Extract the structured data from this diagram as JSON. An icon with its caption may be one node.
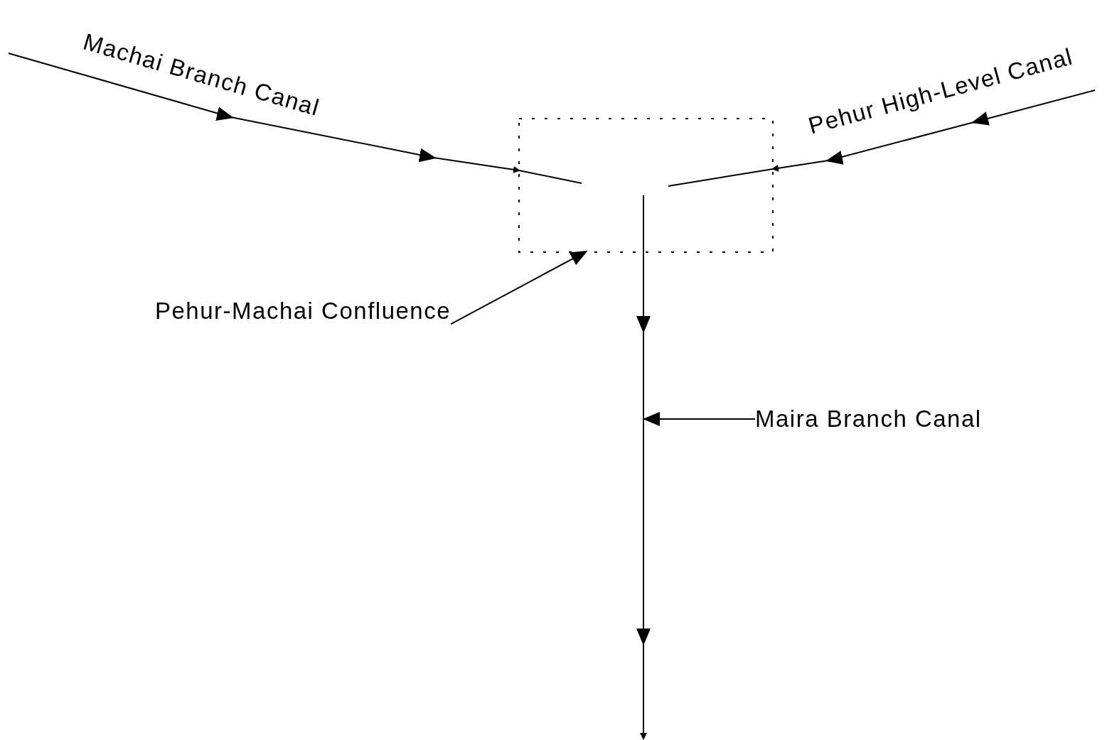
{
  "diagram": {
    "nodes": [
      {
        "text": [],
        "shape": "box"
      },
      {
        "text": [
          "Pehur-Machai Confluence"
        ]
      },
      {
        "text": [
          "Maira Branch Canal"
        ]
      }
    ],
    "edges": [
      {
        "from": null,
        "to": 0,
        "arrow": "to",
        "label": "Machai Branch Canal"
      },
      {
        "from": null,
        "to": 0,
        "arrow": "to",
        "label": "Pehur High-Level Canal"
      },
      {
        "from": 0,
        "to": null,
        "arrow": "to"
      },
      {
        "from": 1,
        "to": 0,
        "arrow": "to"
      },
      {
        "from": 2,
        "to": null,
        "arrow": "to"
      }
    ]
  }
}
